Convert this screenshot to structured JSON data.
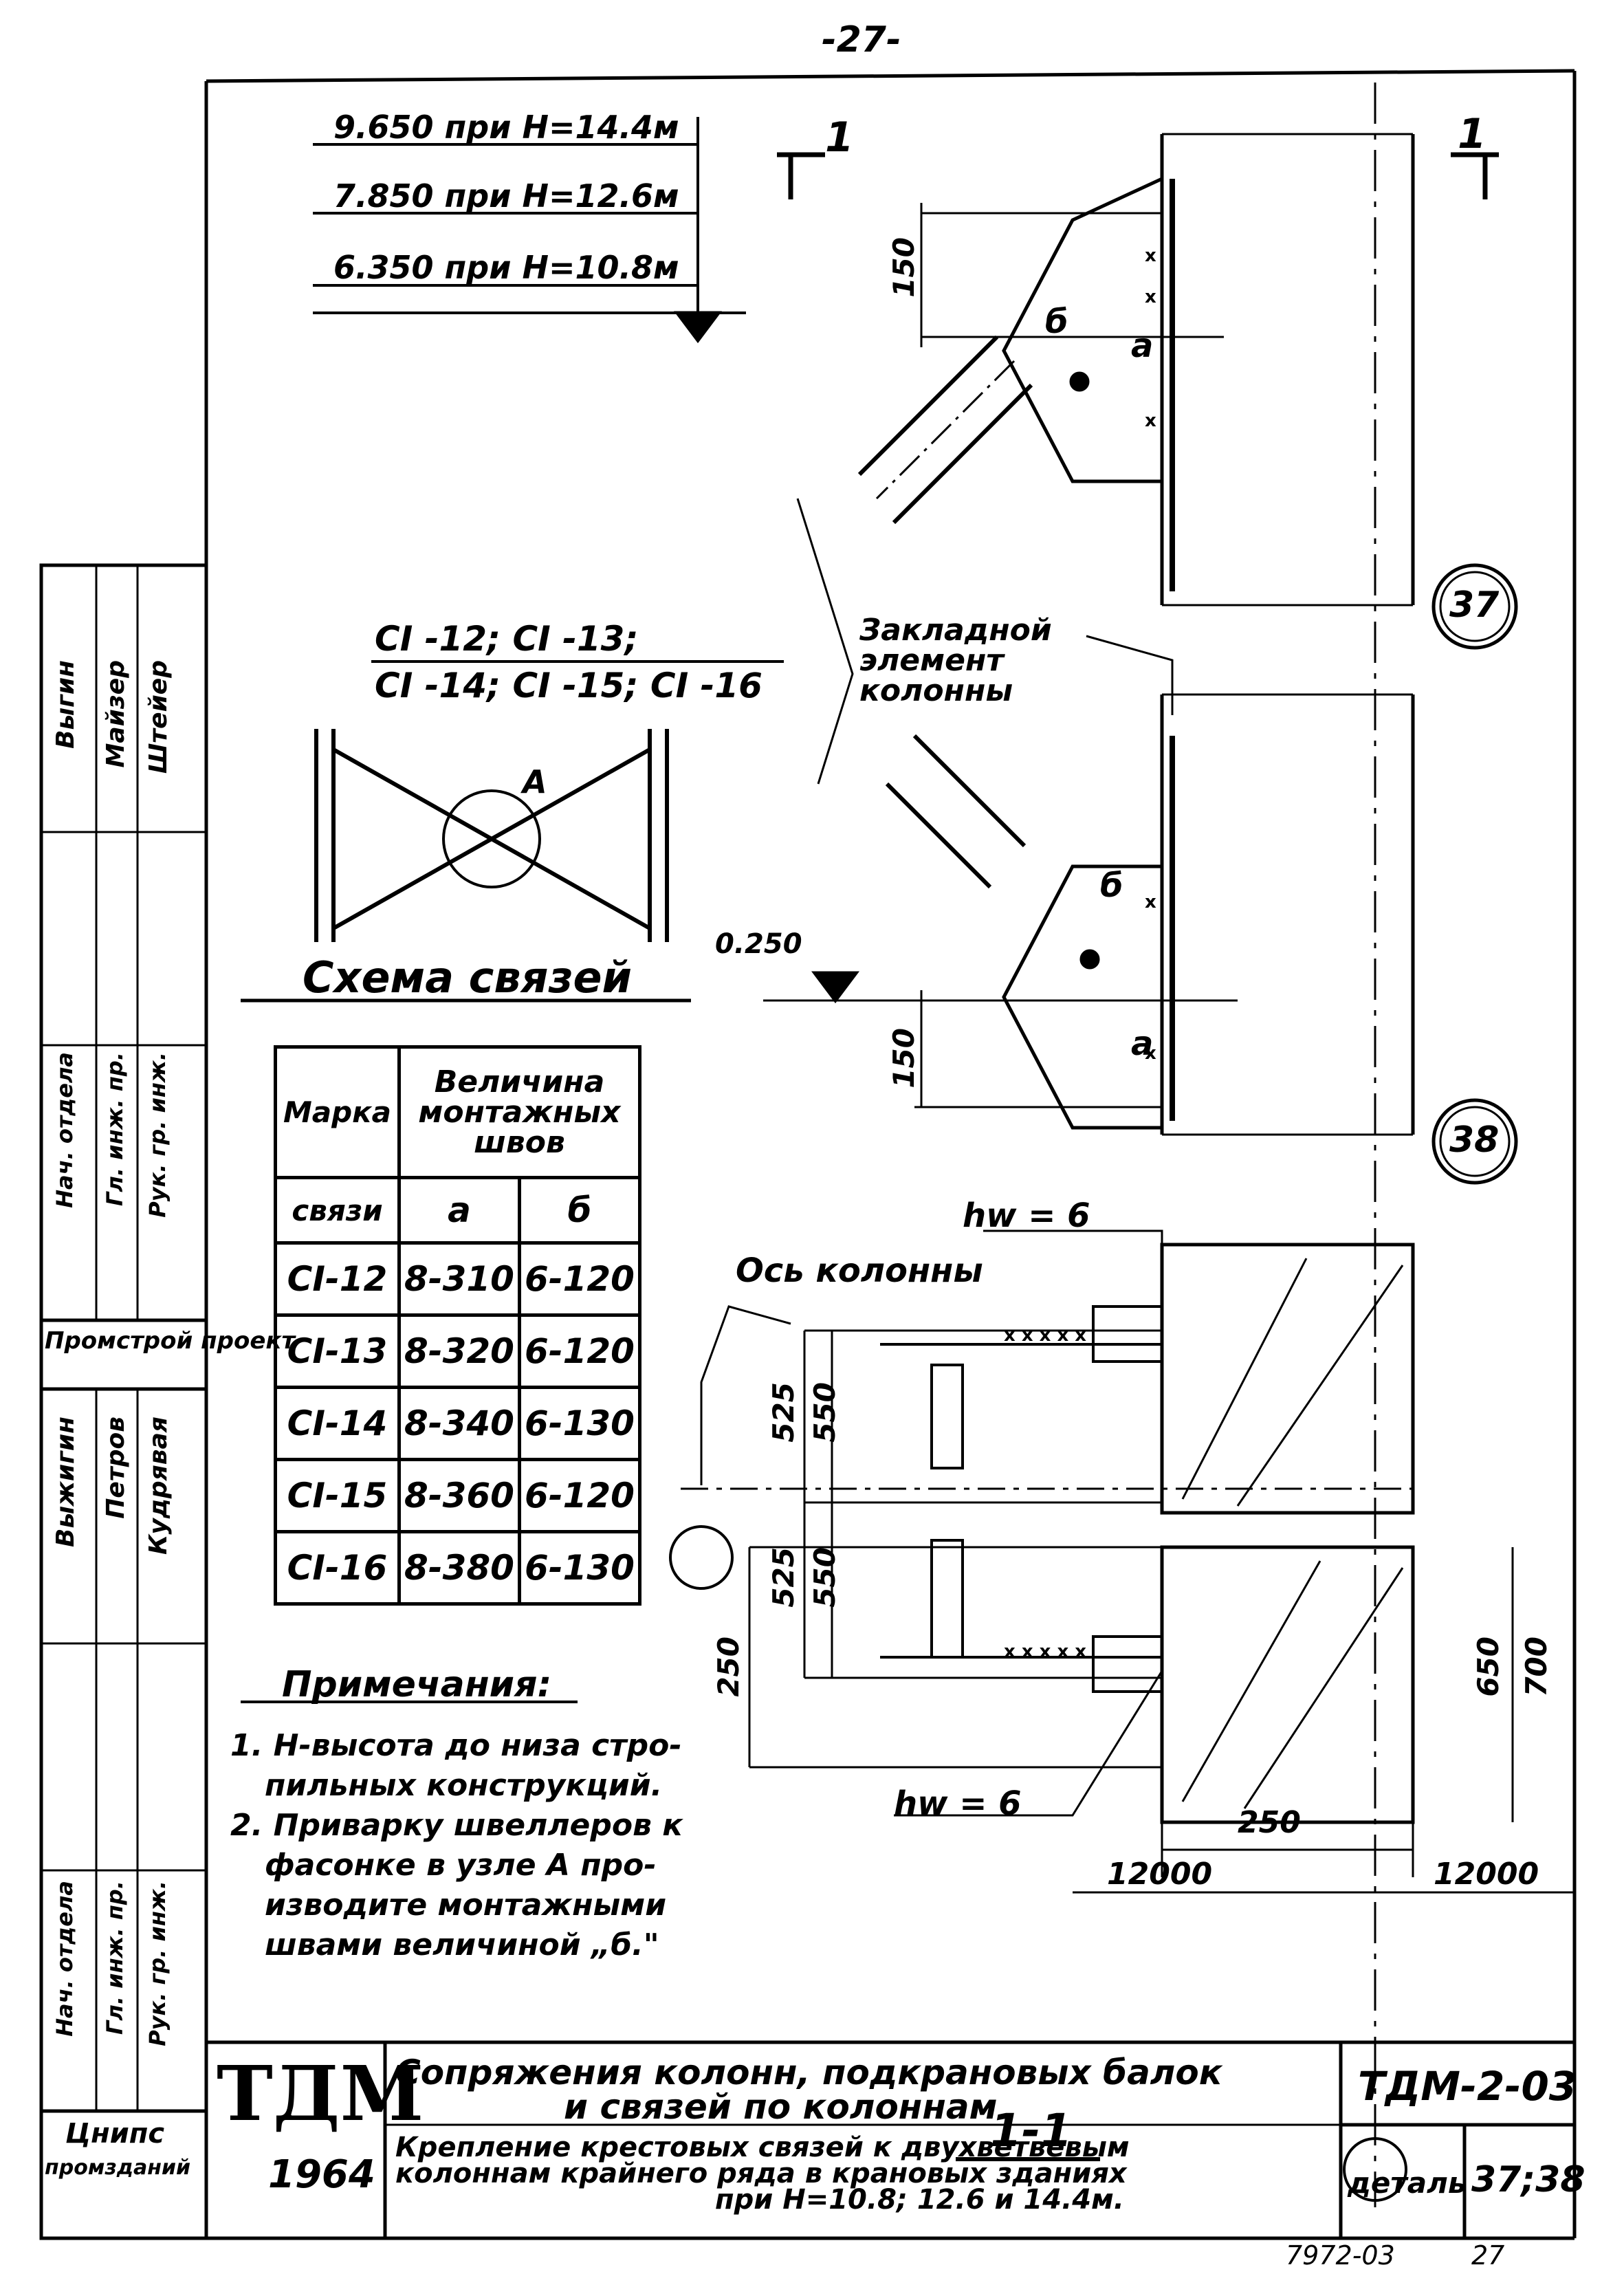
{
  "page_number": "-27-",
  "levels": [
    "9.650 при H=14.4м",
    "7.850 при H=12.6м",
    "6.350 при H=10.8м"
  ],
  "section_mark": "1",
  "dims": {
    "d150_top": "150",
    "d150_bot": "150",
    "d0250": "0.250",
    "d525a": "525",
    "d550a": "550",
    "d525b": "525",
    "d550b": "550",
    "d250": "250",
    "d650": "650",
    "d700": "700",
    "d250b": "250",
    "d12000a": "12000",
    "d12000b": "12000"
  },
  "weld_letters": {
    "a1": "a",
    "b1": "б",
    "a2": "a",
    "b2": "б"
  },
  "bubbles": {
    "b37": "37",
    "b38": "38"
  },
  "labels": {
    "bracing_list_1": "СI -12; СI -13;",
    "bracing_list_2": "СI -14; СI -15; СI -16",
    "embedded": "Закладной\nэлемент\nколонны",
    "node_a": "A",
    "scheme_title": "Схема связей",
    "hw_top": "hw = 6",
    "hw_bot": "hw = 6",
    "axis": "Ось колонны",
    "section_title": "1-1"
  },
  "weld_table": {
    "header_mark_1": "Марка",
    "header_mark_2": "связи",
    "header_size": "Величина монтажных швов",
    "col_a": "a",
    "col_b": "б",
    "rows": [
      {
        "mark": "СI-12",
        "a": "8-310",
        "b": "6-120"
      },
      {
        "mark": "СI-13",
        "a": "8-320",
        "b": "6-120"
      },
      {
        "mark": "СI-14",
        "a": "8-340",
        "b": "6-130"
      },
      {
        "mark": "СI-15",
        "a": "8-360",
        "b": "6-120"
      },
      {
        "mark": "СI-16",
        "a": "8-380",
        "b": "6-130"
      }
    ]
  },
  "notes": {
    "title": "Примечания:",
    "lines": [
      "1. H-высота до низа стро-",
      "пильных конструкций.",
      "2. Приварку швеллеров к",
      "фасонке в узле А про-",
      "изводите монтажными",
      "швами величиной „б.\""
    ]
  },
  "title_block": {
    "logo": "ТДМ",
    "year": "1964",
    "org": "Цнипс",
    "org2": "промзданий",
    "title1": "Сопряжения колонн, подкрановых балок",
    "title2": "и связей по колоннам",
    "subtitle1": "Крепление крестовых связей к двухветвевым",
    "subtitle2": "колоннам крайнего ряда в крановых зданиях",
    "subtitle3": "при H=10.8; 12.6 и 14.4м.",
    "code": "ТДМ-2-03",
    "detail_label": "деталь",
    "detail_value": "37;38",
    "bottom_number": "7972-03",
    "bottom_page": "27"
  },
  "side_stamp": {
    "top": [
      "Нач. отдела",
      "Гл. инж. пр.",
      "Рук. гр. инж."
    ],
    "top_names": [
      "Выгин",
      "Майзер",
      "Штейер"
    ],
    "org": "Промстрой проект",
    "bottom": [
      "Нач. отдела",
      "Гл. инж. пр.",
      "Рук. гр. инж."
    ],
    "bottom_names": [
      "Выжигин",
      "Петров",
      "Кудрявая"
    ]
  }
}
